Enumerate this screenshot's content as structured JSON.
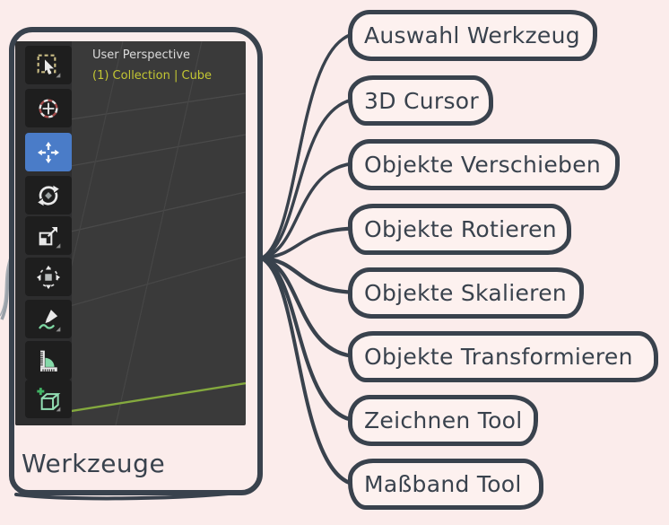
{
  "diagram": {
    "node_title": "Werkzeuge",
    "labels": [
      {
        "text": "Auswahl Werkzeug"
      },
      {
        "text": "3D Cursor"
      },
      {
        "text": "Objekte Verschieben"
      },
      {
        "text": "Objekte Rotieren"
      },
      {
        "text": "Objekte Skalieren"
      },
      {
        "text": "Objekte Transformieren"
      },
      {
        "text": "Zeichnen Tool"
      },
      {
        "text": "Maßband Tool"
      }
    ]
  },
  "screenshot": {
    "viewport_label": "User Perspective",
    "breadcrumb": "(1) Collection | Cube",
    "tools": [
      {
        "icon": "select-box-icon"
      },
      {
        "icon": "cursor-3d-icon"
      },
      {
        "icon": "move-icon",
        "selected": true
      },
      {
        "icon": "rotate-icon"
      },
      {
        "icon": "scale-icon"
      },
      {
        "icon": "transform-icon"
      },
      {
        "icon": "annotate-icon"
      },
      {
        "icon": "measure-icon"
      },
      {
        "icon": "add-cube-icon"
      }
    ]
  },
  "colors": {
    "background": "#fbeceb",
    "ink": "#39424d",
    "label_fill": "#fdf1ef",
    "selected_tool_blue": "#4a7cc8",
    "viewport_background": "#3a3a3a",
    "grid_line": "#4a4a4a",
    "axis_green": "#84a93e",
    "tool_accent_green": "#8bd9ab",
    "header_text": "#dcdcdc",
    "breadcrumb_yellow": "#c3c733",
    "cursor_dash_red": "#a34a4a"
  }
}
